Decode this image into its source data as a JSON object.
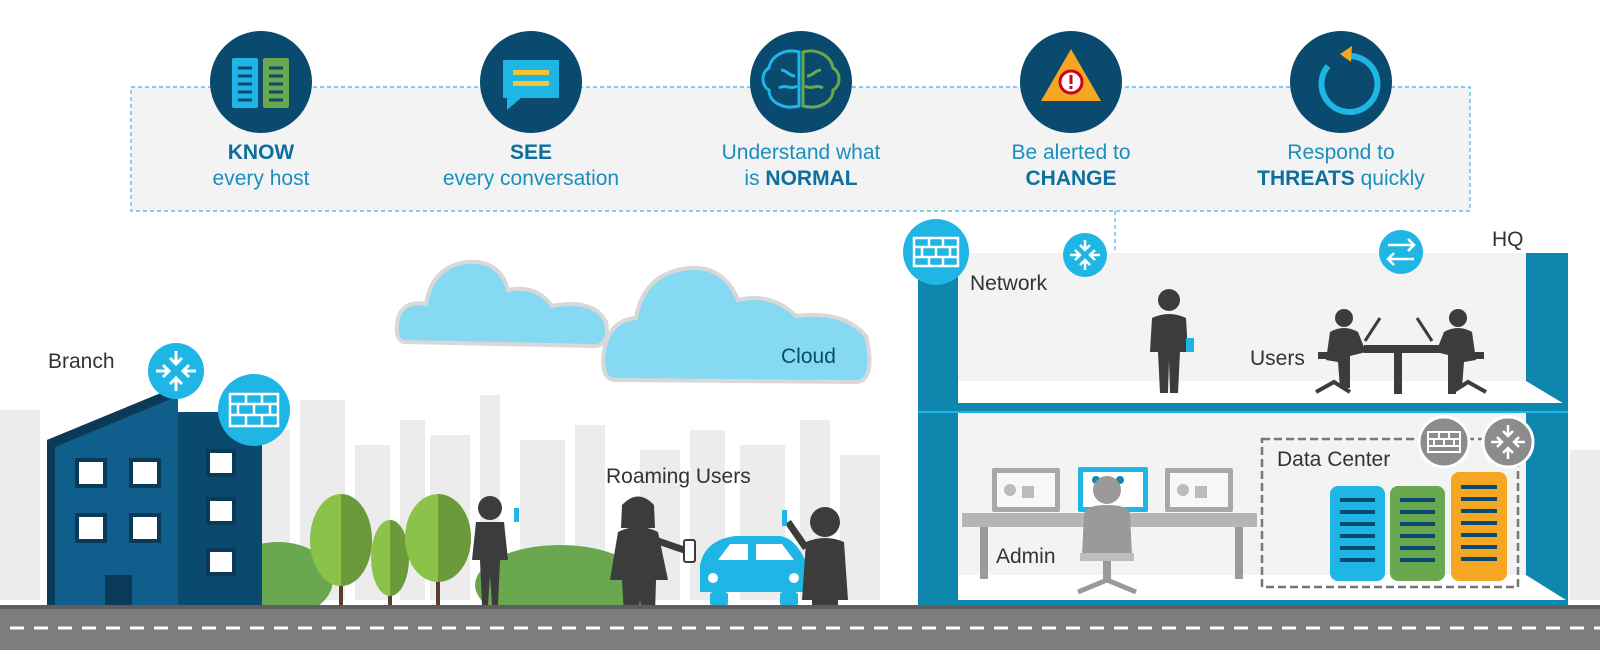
{
  "colors": {
    "navy": "#0a4a6e",
    "cyan": "#1fb6e6",
    "hq_teal": "#0e86ad",
    "branch_blue": "#0f5e8c",
    "green": "#6aa84f",
    "green_light": "#8bc34a",
    "orange": "#f5a623",
    "road": "#7d7d7d",
    "person": "#3c3c3c",
    "cloud": "#86d9f2",
    "skyline": "#ececec"
  },
  "steps": [
    {
      "line1": "KNOW",
      "line2": "every host",
      "icon": "book-icon"
    },
    {
      "line1": "SEE",
      "line2": "every conversation",
      "icon": "chat-bubble-icon"
    },
    {
      "line1_pre": "Understand what",
      "line2_pre": "is ",
      "line2_bold": "NORMAL",
      "icon": "brain-icon"
    },
    {
      "line1_pre": "Be alerted to",
      "line2_bold": "CHANGE",
      "icon": "warning-icon"
    },
    {
      "line1_pre": "Respond to",
      "line2_bold": "THREATS",
      "line2_post": " quickly",
      "icon": "refresh-icon"
    }
  ],
  "labels": {
    "branch": "Branch",
    "cloud": "Cloud",
    "roaming_users": "Roaming Users",
    "network": "Network",
    "hq": "HQ",
    "users": "Users",
    "admin": "Admin",
    "data_center": "Data Center"
  }
}
